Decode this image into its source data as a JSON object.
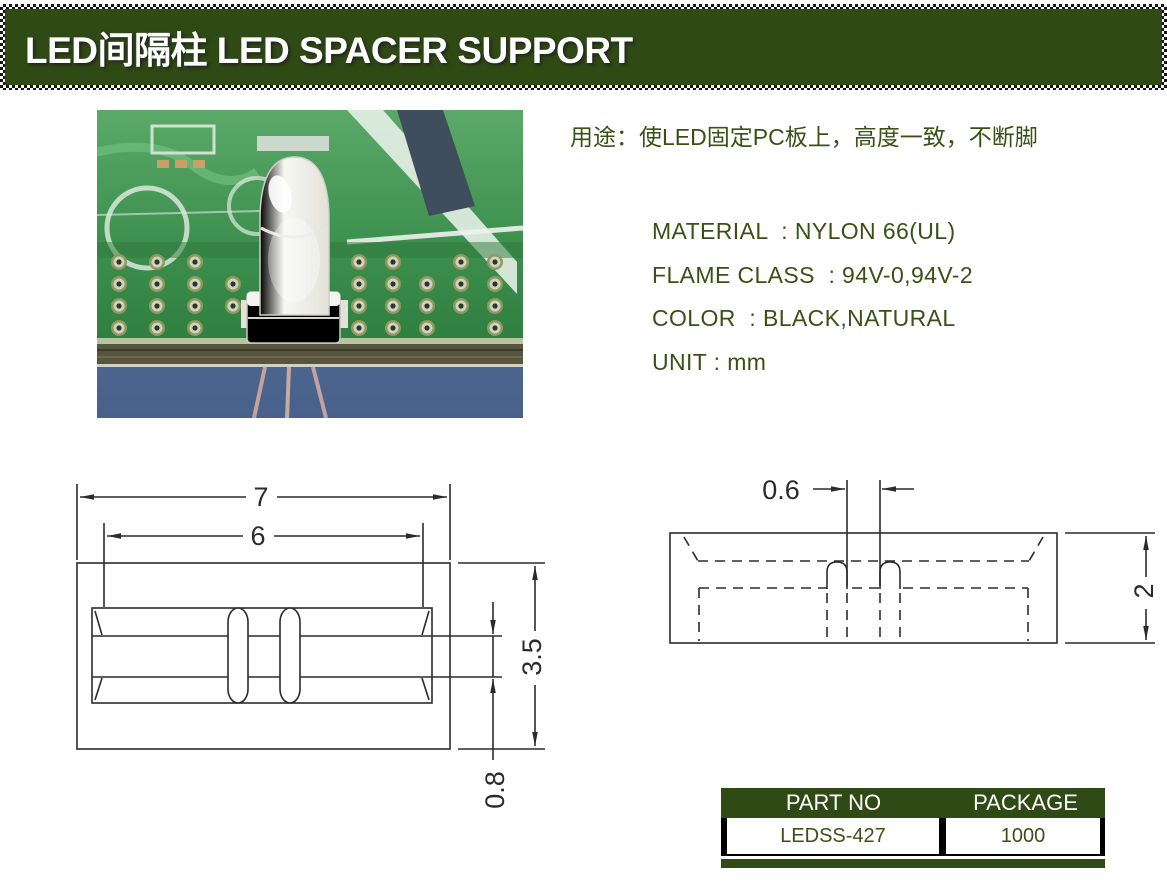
{
  "header": {
    "title": "LED间隔柱 LED SPACER SUPPORT"
  },
  "intro": {
    "text": "用途：使LED固定PC板上，高度一致，不断脚"
  },
  "specs": {
    "lines": [
      "MATERIAL  : NYLON 66(UL)",
      "FLAME CLASS  : 94V-0,94V-2",
      "COLOR  : BLACK,NATURAL",
      "UNIT : mm"
    ]
  },
  "drawings": {
    "unit": "mm",
    "front_view": {
      "outer_width": "7",
      "inner_width": "6",
      "height": "3.5",
      "rib_spacing": "0.8"
    },
    "side_view": {
      "slot_gap": "0.6",
      "thickness": "2"
    }
  },
  "table": {
    "headers": [
      "PART NO",
      "PACKAGE"
    ],
    "rows": [
      [
        "LEDSS-427",
        "1000"
      ]
    ]
  },
  "colors": {
    "accent_green": "#2f4a14",
    "text_olive": "#3c5016",
    "line_color": "#2b2b2b"
  }
}
